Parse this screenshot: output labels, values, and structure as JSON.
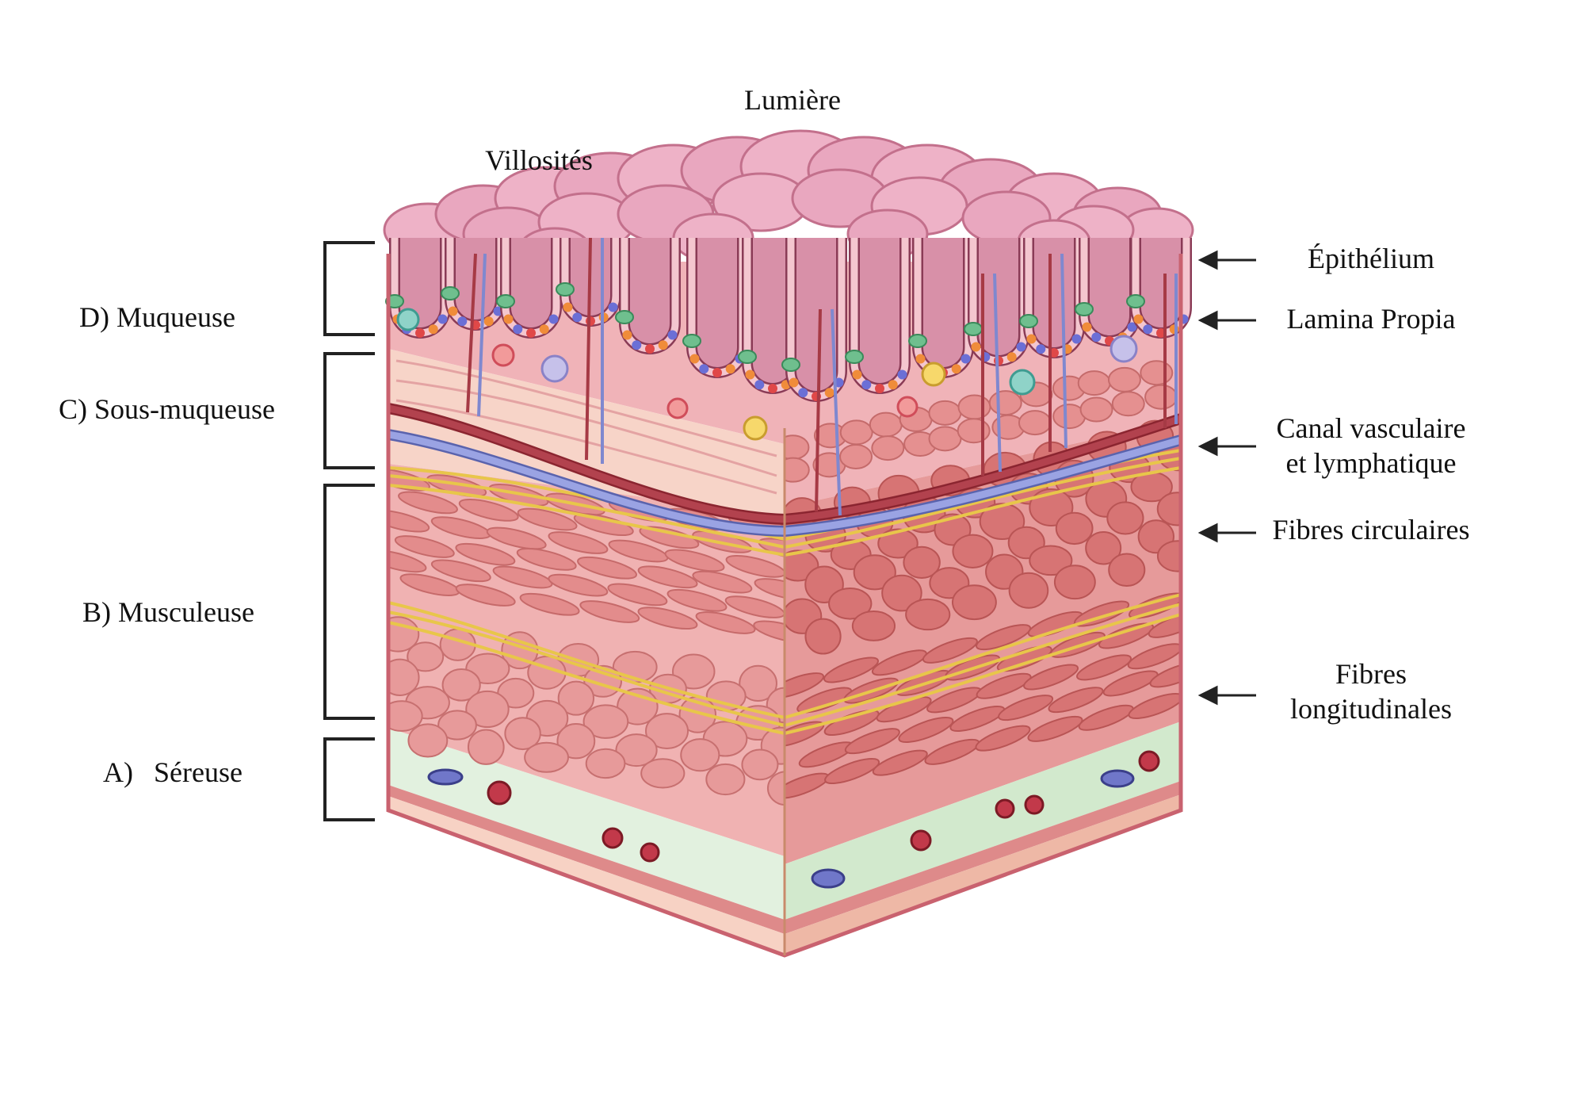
{
  "labels": {
    "lumiere": "Lumière",
    "villosites": "Villosités",
    "epithelium": "Épithélium",
    "lamina_propia": "Lamina Propia",
    "canal_line1": "Canal vasculaire",
    "canal_line2": "et lymphatique",
    "fibres_circulaires": "Fibres circulaires",
    "fibres_long_line1": "Fibres",
    "fibres_long_line2": "longitudinales"
  },
  "layers": {
    "muqueuse_letter": "D)",
    "muqueuse": "Muqueuse",
    "sous_muqueuse_letter": "C)",
    "sous_muqueuse": "Sous-muqueuse",
    "musculeuse_letter": "B)",
    "musculeuse": "Musculeuse",
    "sereuse_letter": "A)",
    "sereuse": "Séreuse"
  },
  "colors": {
    "mucosa_pink": "#e8a9bd",
    "villi_dark": "#c9869c",
    "lamina": "#f2b6b6",
    "submucosa": "#f7d4c8",
    "muscle": "#e9a2a2",
    "muscle_cell": "#dc8080",
    "serosa_green": "#dcefd9",
    "artery": "#a63a45",
    "vein": "#8c95d6",
    "nerve": "#e8c64a",
    "outline": "#c9626f"
  }
}
